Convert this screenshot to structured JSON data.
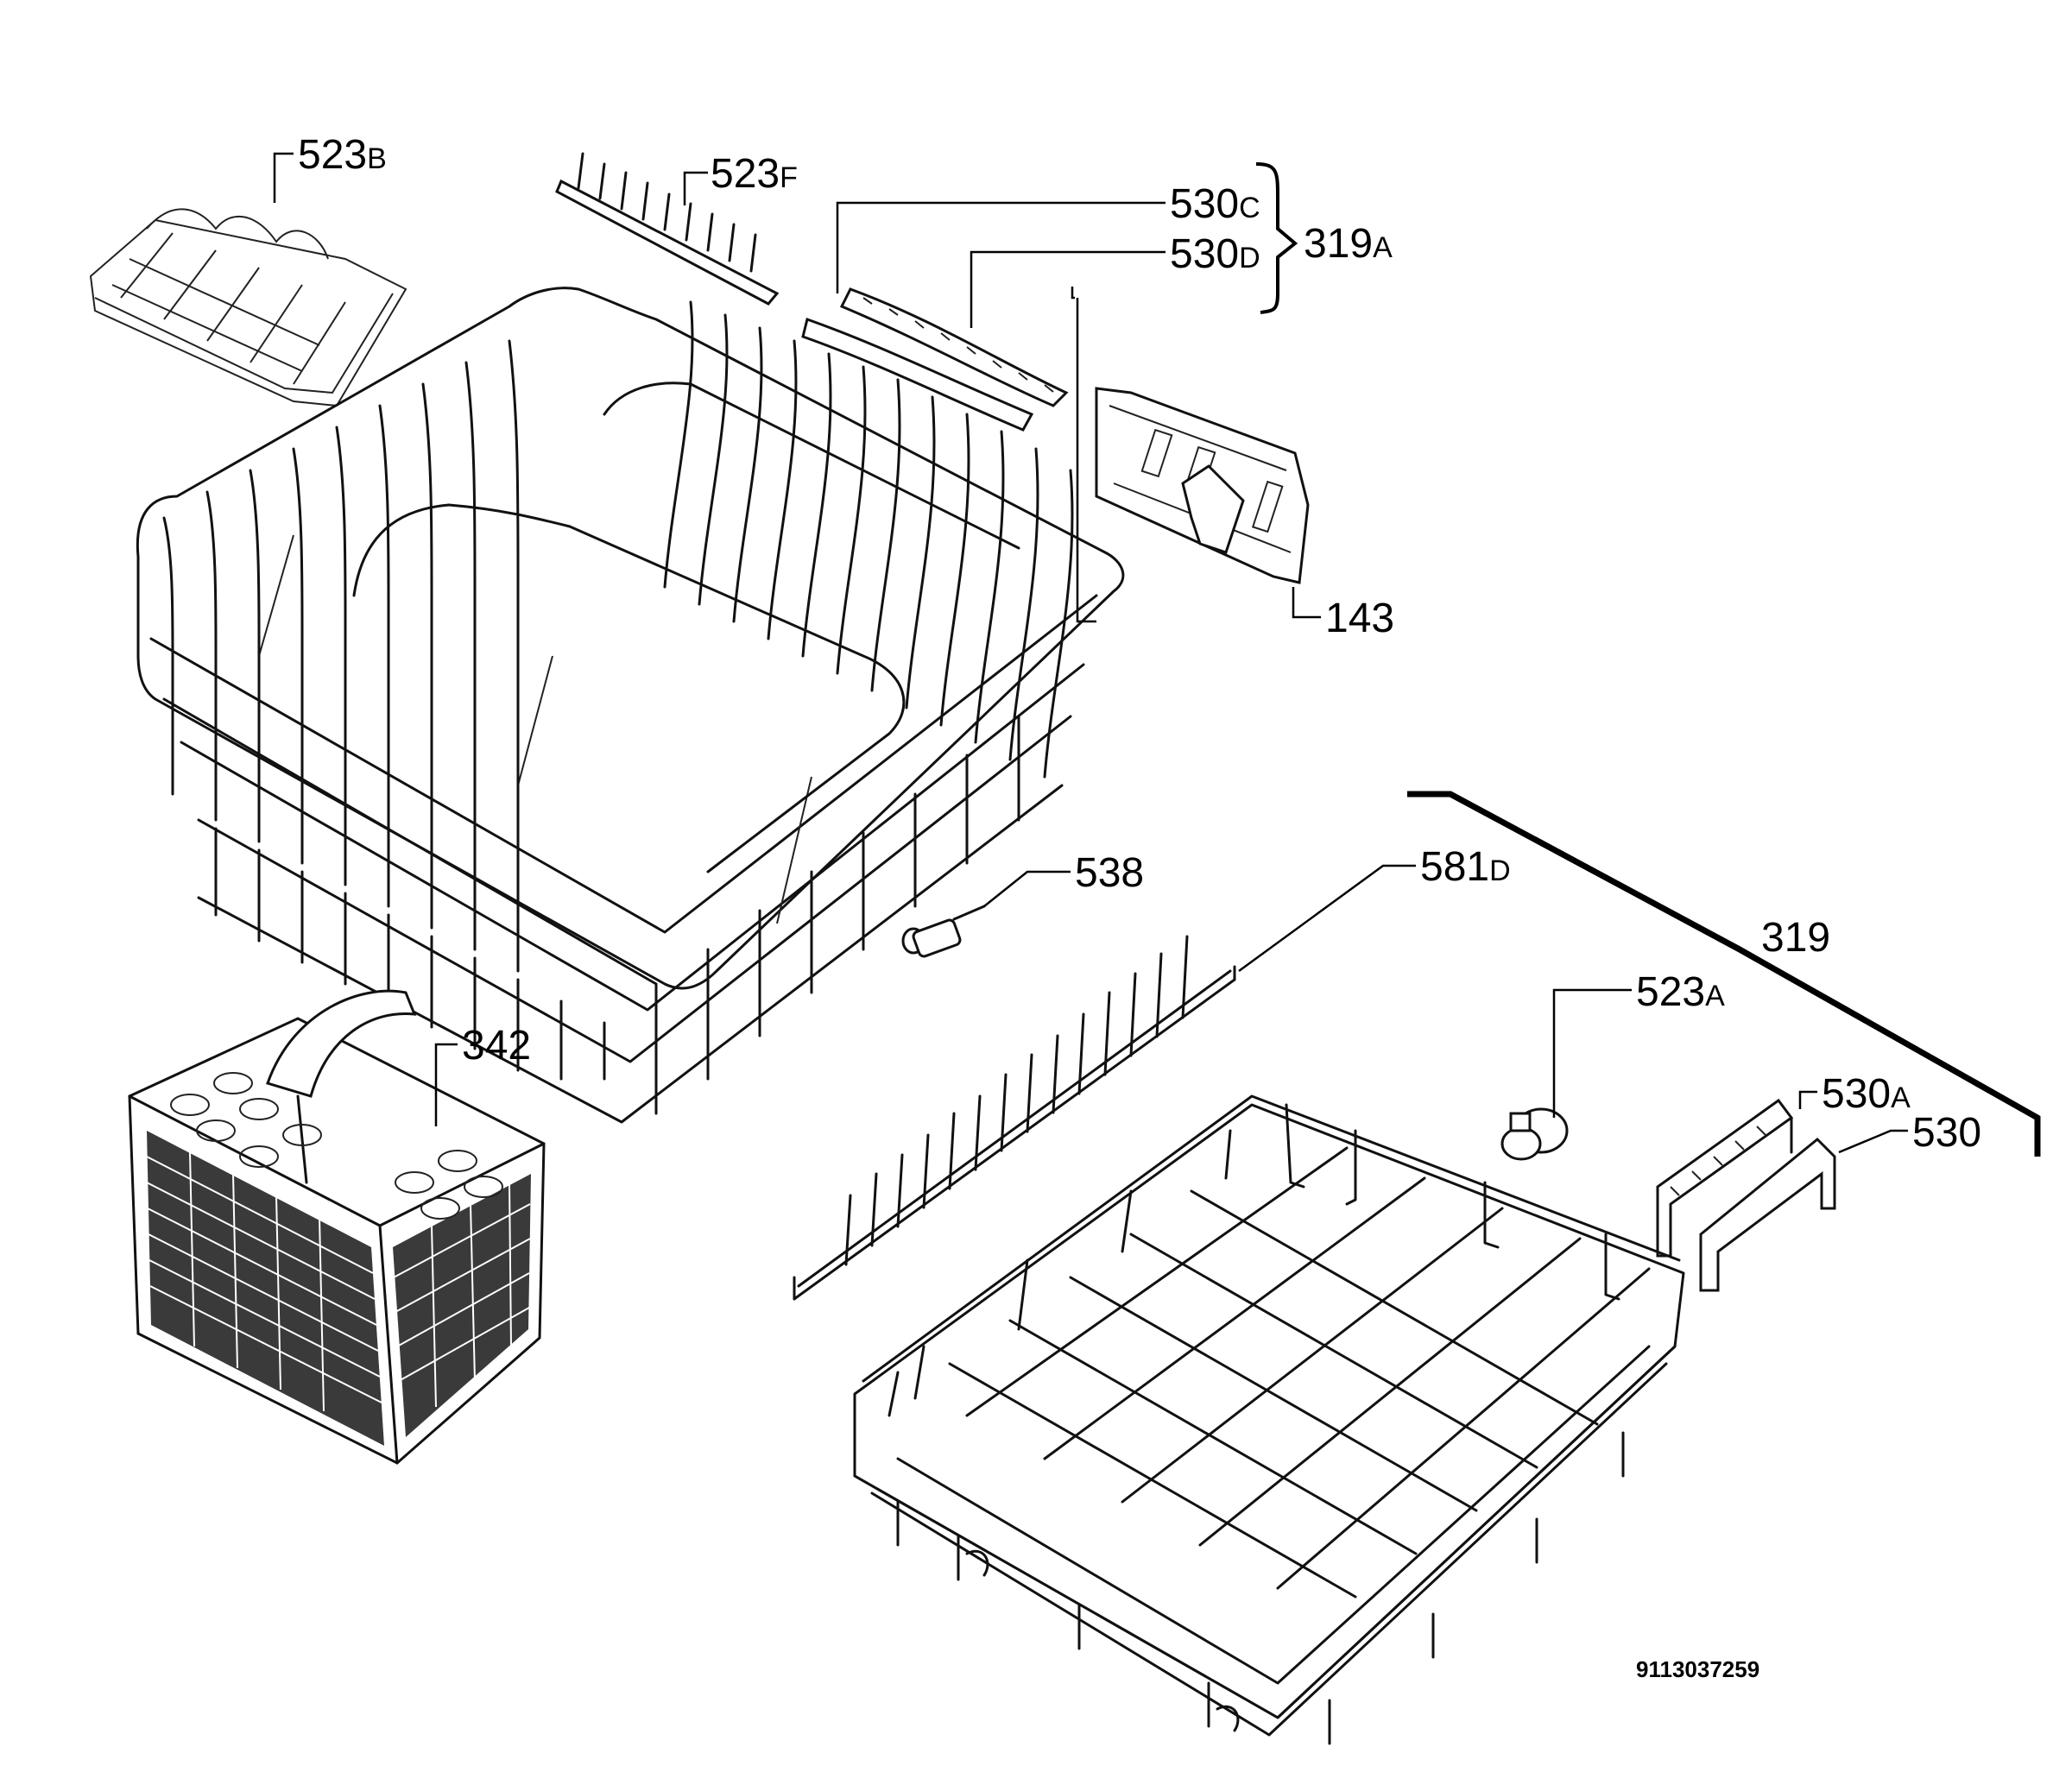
{
  "labels": {
    "l523b": {
      "num": "523",
      "suffix": "B"
    },
    "l523f": {
      "num": "523",
      "suffix": "F"
    },
    "l530c": {
      "num": "530",
      "suffix": "C"
    },
    "l530d": {
      "num": "530",
      "suffix": "D"
    },
    "l319a": {
      "num": "319",
      "suffix": "A"
    },
    "l143": {
      "num": "143",
      "suffix": ""
    },
    "l538": {
      "num": "538",
      "suffix": ""
    },
    "l581d": {
      "num": "581",
      "suffix": "D"
    },
    "l319": {
      "num": "319",
      "suffix": ""
    },
    "l342": {
      "num": "342",
      "suffix": ""
    },
    "l523a": {
      "num": "523",
      "suffix": "A"
    },
    "l530a": {
      "num": "530",
      "suffix": "A"
    },
    "l530": {
      "num": "530",
      "suffix": ""
    }
  },
  "document_number": "9113037259"
}
